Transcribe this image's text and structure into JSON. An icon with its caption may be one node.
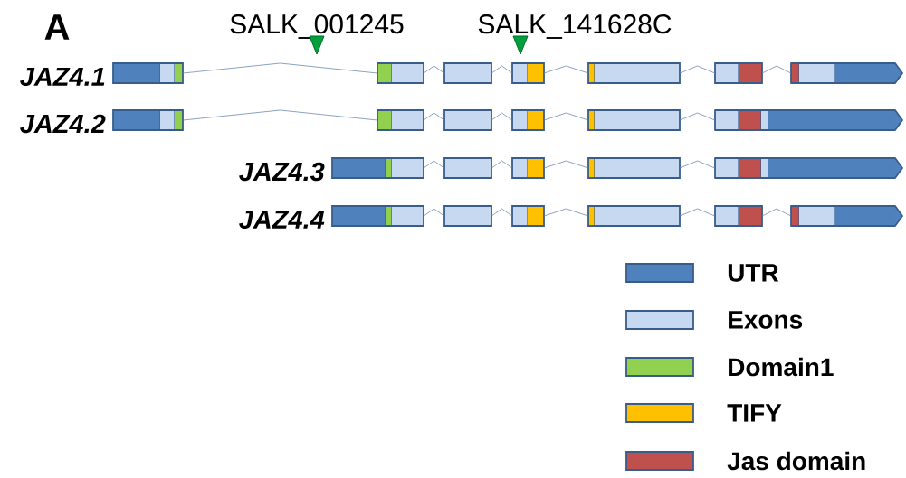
{
  "diagram": {
    "nodes": [
      {
        "text": [],
        "shape": "box",
        "beside": [
          "JAZ4.1"
        ]
      },
      {
        "text": [],
        "shape": "box"
      },
      {
        "text": [],
        "shape": "box"
      },
      {
        "text": [],
        "shape": "box"
      },
      {
        "text": [],
        "shape": "box"
      },
      {
        "text": [],
        "shape": "box"
      },
      {
        "text": [],
        "shape": "pentagon"
      },
      {
        "text": [],
        "shape": "box",
        "beside": [
          "JAZ4.2"
        ]
      },
      {
        "text": [],
        "shape": "box"
      },
      {
        "text": [],
        "shape": "box"
      },
      {
        "text": [],
        "shape": "box"
      },
      {
        "text": [],
        "shape": "box"
      },
      {
        "text": [],
        "shape": "pentagon"
      },
      {
        "text": [],
        "shape": "box",
        "beside": [
          "JAZ4.3"
        ]
      },
      {
        "text": [],
        "shape": "box"
      },
      {
        "text": [],
        "shape": "box"
      },
      {
        "text": [],
        "shape": "box"
      },
      {
        "text": [],
        "shape": "pentagon"
      },
      {
        "text": [],
        "shape": "box",
        "beside": [
          "JAZ4.4"
        ]
      },
      {
        "text": [],
        "shape": "box"
      },
      {
        "text": [],
        "shape": "box"
      },
      {
        "text": [],
        "shape": "box"
      },
      {
        "text": [],
        "shape": "box"
      },
      {
        "text": [],
        "shape": "pentagon"
      }
    ],
    "edges": [
      {
        "from": 0,
        "to": 1,
        "arrow": "none"
      },
      {
        "from": 1,
        "to": 2,
        "arrow": "none"
      },
      {
        "from": 2,
        "to": 3,
        "arrow": "none"
      },
      {
        "from": 3,
        "to": 4,
        "arrow": "none"
      },
      {
        "from": 4,
        "to": 5,
        "arrow": "none"
      },
      {
        "from": 5,
        "to": 6,
        "arrow": "none"
      },
      {
        "from": 7,
        "to": 8,
        "arrow": "none"
      },
      {
        "from": 8,
        "to": 9,
        "arrow": "none"
      },
      {
        "from": 9,
        "to": 10,
        "arrow": "none"
      },
      {
        "from": 10,
        "to": 11,
        "arrow": "none"
      },
      {
        "from": 11,
        "to": 12,
        "arrow": "none"
      },
      {
        "from": 13,
        "to": 14,
        "arrow": "none"
      },
      {
        "from": 14,
        "to": 15,
        "arrow": "none"
      },
      {
        "from": 15,
        "to": 16,
        "arrow": "none"
      },
      {
        "from": 16,
        "to": 17,
        "arrow": "none"
      },
      {
        "from": 18,
        "to": 19,
        "arrow": "none"
      },
      {
        "from": 19,
        "to": 20,
        "arrow": "none"
      },
      {
        "from": 20,
        "to": 21,
        "arrow": "none"
      },
      {
        "from": 21,
        "to": 22,
        "arrow": "none"
      },
      {
        "from": 22,
        "to": 23,
        "arrow": "none"
      }
    ],
    "labels": [
      "A",
      "SALK_001245",
      "SALK_141628C"
    ],
    "legend": [
      {
        "text": "UTR",
        "color": "#4f81bd"
      },
      {
        "text": "Exons",
        "color": "#c6d9f1"
      },
      {
        "text": "Domain1",
        "color": "#92d050"
      },
      {
        "text": "TIFY",
        "color": "#ffc000"
      },
      {
        "text": "Jas domain",
        "color": "#c0504d"
      }
    ]
  }
}
